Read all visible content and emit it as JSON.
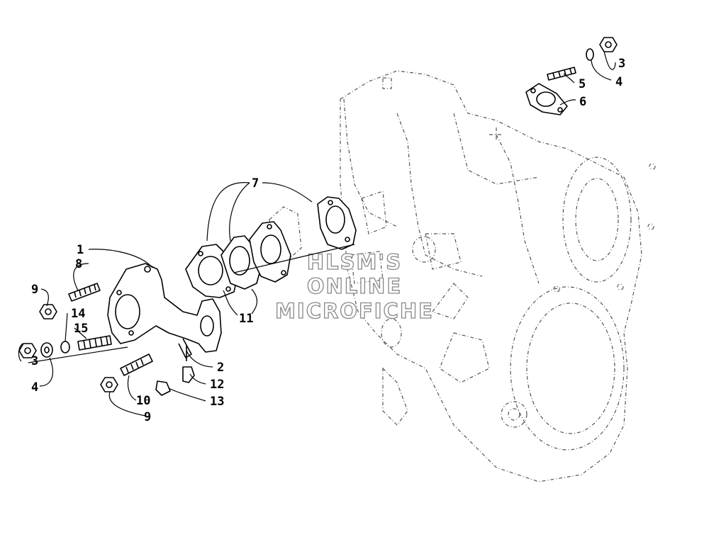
{
  "watermark": {
    "line1": "HLSM'S",
    "line2": "ONLINE",
    "line3": "MICROFICHE"
  },
  "callouts": {
    "c1": "1",
    "c2": "2",
    "c3a": "3",
    "c3b": "3",
    "c4a": "4",
    "c4b": "4",
    "c5": "5",
    "c6": "6",
    "c7": "7",
    "c8": "8",
    "c9a": "9",
    "c9b": "9",
    "c10": "10",
    "c11": "11",
    "c12": "12",
    "c13": "13",
    "c14": "14",
    "c15": "15"
  }
}
